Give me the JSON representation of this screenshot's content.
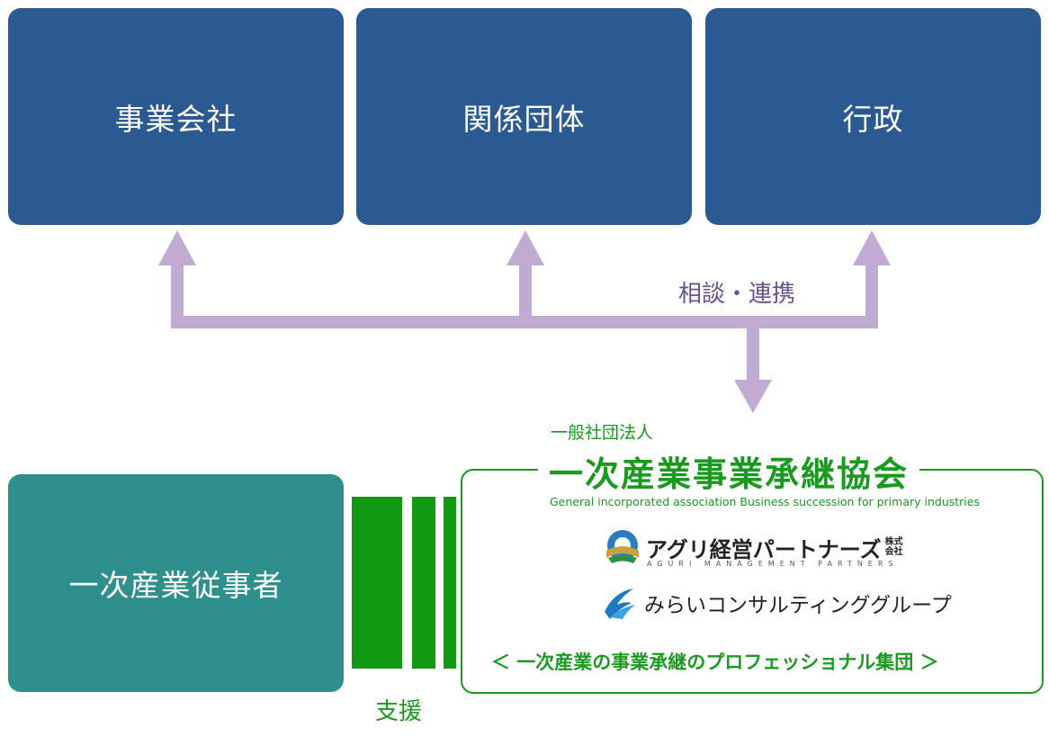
{
  "top_boxes": [
    {
      "label": "事業会社"
    },
    {
      "label": "関係団体"
    },
    {
      "label": "行政"
    }
  ],
  "practitioner": {
    "label": "一次産業従事者"
  },
  "consult_label": "相談・連携",
  "support_label": "支援",
  "association": {
    "prefix": "一般社団法人",
    "name": "一次産業事業承継協会",
    "english": "General incorporated association Business succession for primary industries",
    "partners": [
      {
        "name": "アグリ経営パートナーズ",
        "suffix": "株式\n会社",
        "sub": "AGURI MANAGEMENT PARTNERS",
        "icon": "aguri-logo-icon"
      },
      {
        "name": "みらいコンサルティンググループ",
        "icon": "mirai-logo-icon"
      }
    ],
    "tagline": "＜ 一次産業の事業承継のプロフェッショナル集団 ＞"
  },
  "colors": {
    "box_blue": "#2b5a92",
    "box_teal": "#2f8f8c",
    "arrow_purple": "#c2abd3",
    "green": "#1a9a1e"
  }
}
